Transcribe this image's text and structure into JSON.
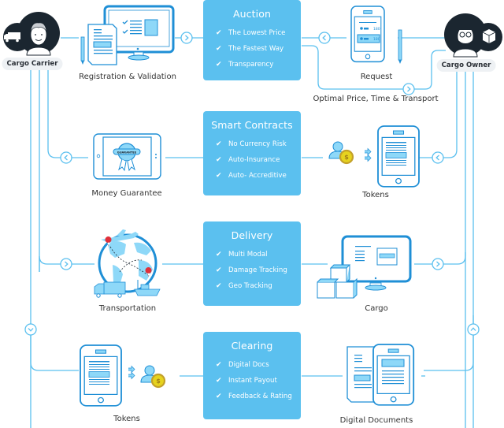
{
  "actors": {
    "left": {
      "label": "Cargo Carrier",
      "icon": "truck-icon"
    },
    "right": {
      "label": "Cargo Owner",
      "icon": "box-icon"
    }
  },
  "stages": [
    {
      "title": "Auction",
      "items": [
        "The Lowest Price",
        "The Fastest Way",
        "Transparency"
      ],
      "left_node": {
        "label": "Registration & Validation",
        "icon": "monitor-document-icon"
      },
      "right_node": {
        "label": "Request",
        "icon": "phone-request-icon"
      },
      "extra_label": "Optimal Price, Time & Transport"
    },
    {
      "title": "Smart Contracts",
      "items": [
        "No Currency Risk",
        "Auto-Insurance",
        "Auto- Accreditive"
      ],
      "left_node": {
        "label": "Money Guarantee",
        "icon": "tablet-guarantee-icon",
        "badge": "GUARANTEE"
      },
      "right_node": {
        "label": "Tokens",
        "icon": "user-coin-phone-icon"
      }
    },
    {
      "title": "Delivery",
      "items": [
        "Multi Modal",
        "Damage Tracking",
        "Geo Tracking"
      ],
      "left_node": {
        "label": "Transportation",
        "icon": "globe-transport-icon"
      },
      "right_node": {
        "label": "Cargo",
        "icon": "monitor-boxes-icon"
      }
    },
    {
      "title": "Clearing",
      "items": [
        "Digital Docs",
        "Instant Payout",
        "Feedback & Rating"
      ],
      "left_node": {
        "label": "Tokens",
        "icon": "phone-user-coin-icon"
      },
      "right_node": {
        "label": "Digital Documents",
        "icon": "documents-phone-icon"
      }
    }
  ],
  "request_values": [
    "180",
    "180"
  ],
  "colors": {
    "box": "#5bc0ef",
    "line": "#5bc0ef",
    "icon_stroke": "#1f8fd6",
    "icon_fill": "#8ed8f8",
    "dark": "#1b2630",
    "coin": "#e6d31e",
    "coin_rim": "#c3a02a",
    "pin": "#e0303a"
  }
}
